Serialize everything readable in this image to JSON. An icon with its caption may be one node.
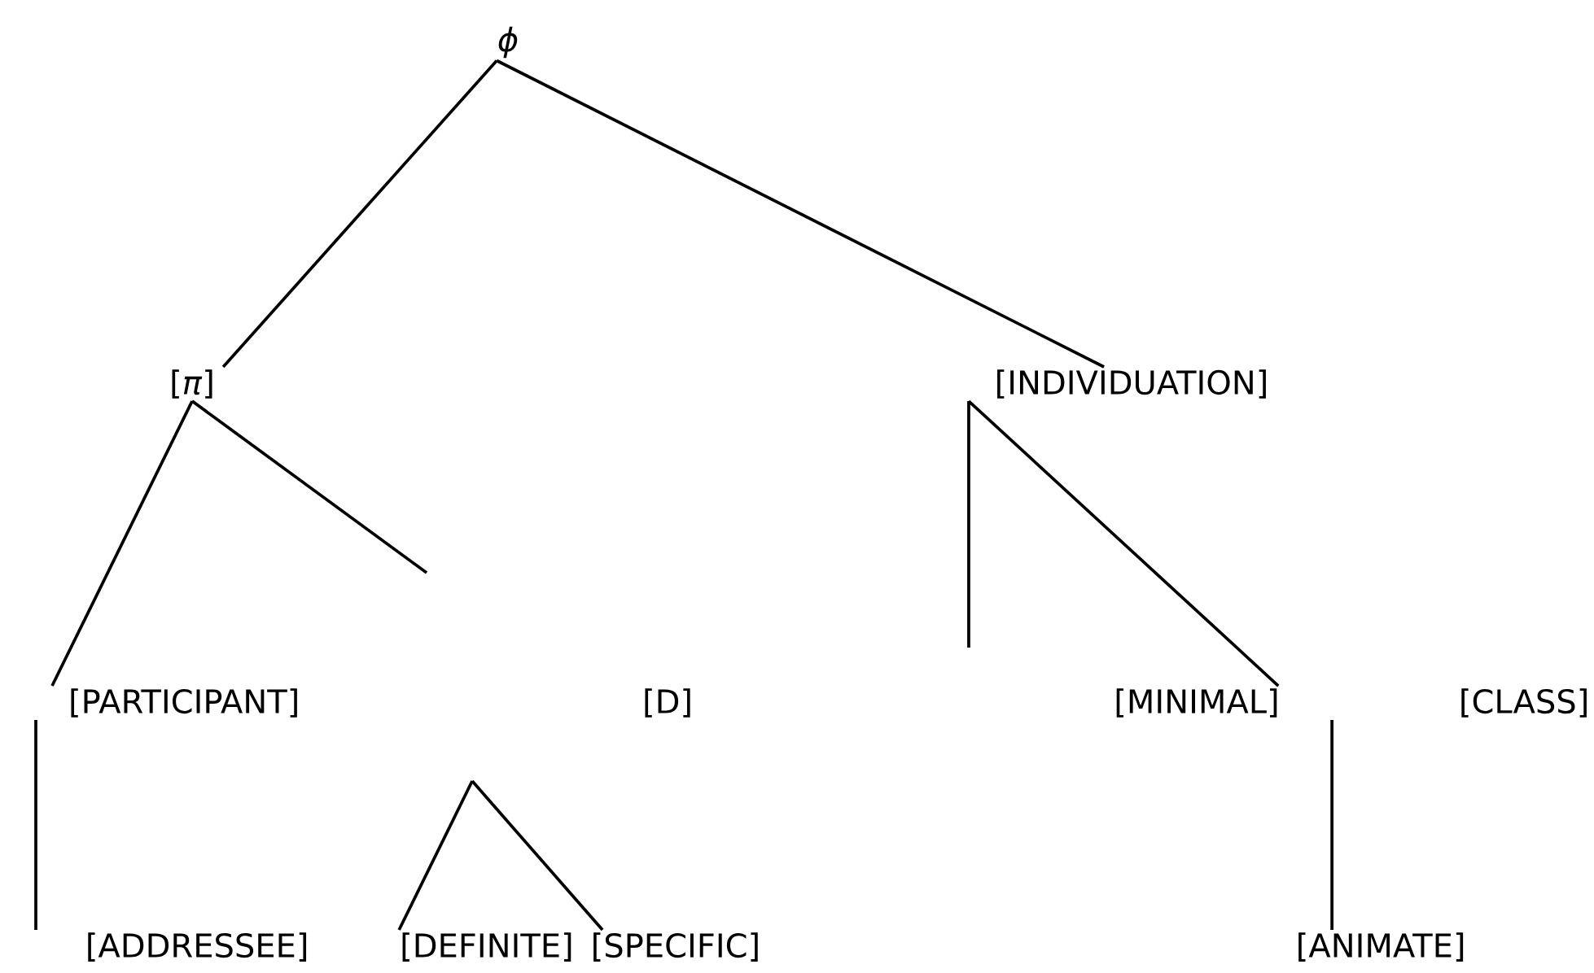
{
  "diagram": {
    "nodes": [
      {
        "text": [
          "*ϕ*"
        ]
      },
      {
        "text": [
          "[*π*]"
        ]
      },
      {
        "text": [
          "[INDIVIDUATION]"
        ]
      },
      {
        "text": [
          "[PARTICIPANT]"
        ]
      },
      {
        "text": [
          "[D]"
        ]
      },
      {
        "text": [
          "[MINIMAL]"
        ]
      },
      {
        "text": [
          "[CLASS]"
        ]
      },
      {
        "text": [
          "[ADDRESSEE]"
        ]
      },
      {
        "text": [
          "[DEFINITE]"
        ]
      },
      {
        "text": [
          "[SPECIFIC]"
        ]
      },
      {
        "text": [
          "[ANIMATE]"
        ]
      }
    ],
    "edges": [
      {
        "from": 0,
        "to": 1,
        "arrow": "none"
      },
      {
        "from": 0,
        "to": 2,
        "arrow": "none"
      },
      {
        "from": 1,
        "to": 3,
        "arrow": "none"
      },
      {
        "from": 1,
        "to": null,
        "arrow": "none"
      },
      {
        "from": 2,
        "to": null,
        "arrow": "none"
      },
      {
        "from": 2,
        "to": 5,
        "arrow": "none"
      },
      {
        "from": 3,
        "to": 7,
        "arrow": "none"
      },
      {
        "from": null,
        "to": 8,
        "arrow": "none"
      },
      {
        "from": null,
        "to": 9,
        "arrow": "none"
      },
      {
        "from": 5,
        "to": 10,
        "arrow": "none"
      }
    ]
  }
}
